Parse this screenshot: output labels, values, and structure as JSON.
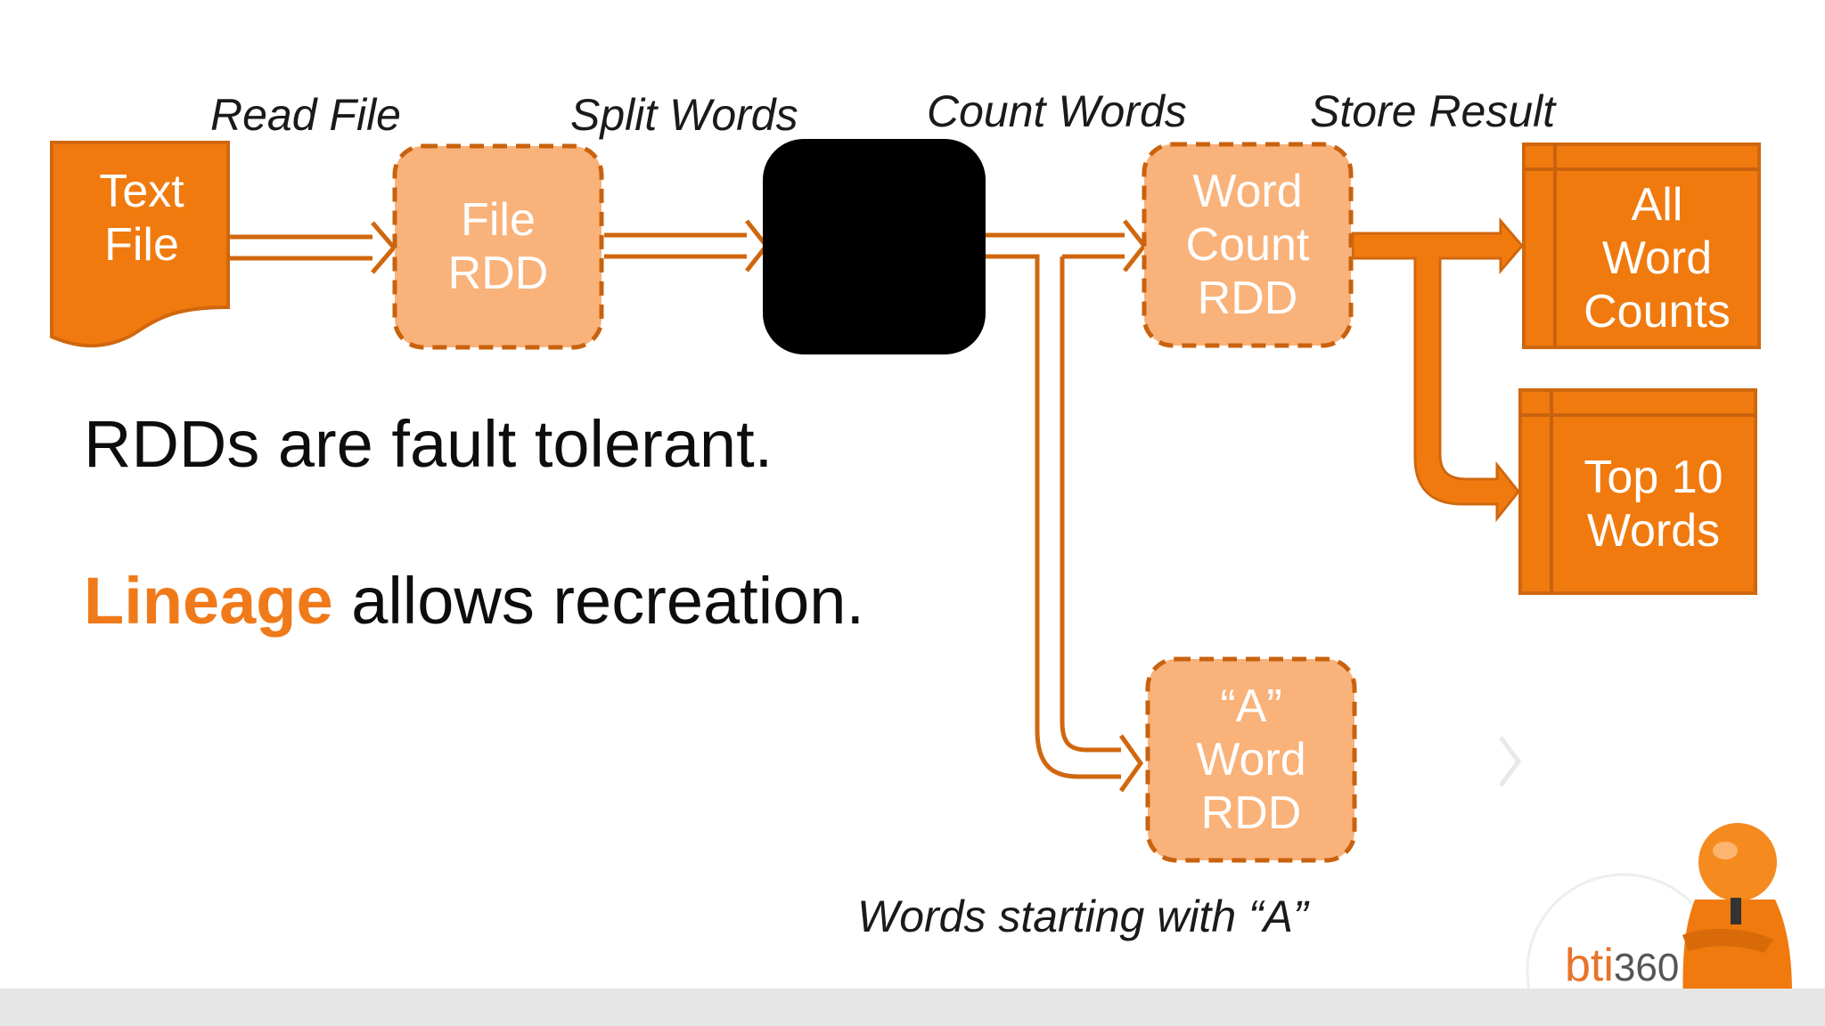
{
  "colors": {
    "orange_dark": "#F07A0E",
    "orange_light": "#F9B27A",
    "orange_border": "#D0670E",
    "black_box": "#000000",
    "text_dark": "#0d0d0d",
    "footer": "#e6e6e6"
  },
  "steps": {
    "read_file": "Read File",
    "split_words": "Split Words",
    "count_words": "Count Words",
    "store_result": "Store Result"
  },
  "nodes": {
    "text_file": "Text\nFile",
    "file_rdd": "File\nRDD",
    "word_count_rdd": "Word\nCount\nRDD",
    "all_word_counts": "All\nWord\nCounts",
    "top_10_words": "Top 10\nWords",
    "a_word_rdd": "“A”\nWord\nRDD"
  },
  "statements": {
    "fault_tolerant": "RDDs are fault tolerant.",
    "lineage_word": "Lineage",
    "lineage_rest": " allows recreation."
  },
  "caption": "Words starting with “A”",
  "logo": {
    "text_bti": "bti",
    "text_360": "360"
  }
}
